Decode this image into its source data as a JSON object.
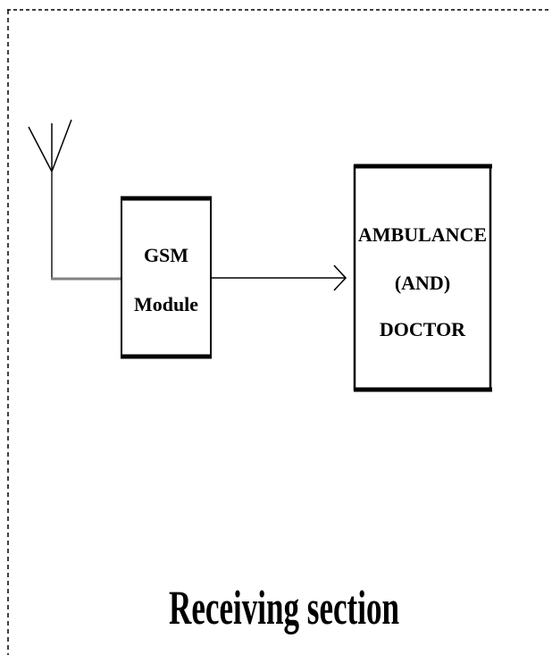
{
  "diagram": {
    "caption": "Receiving section",
    "gsm_box": {
      "line1": "GSM",
      "line2": "Module"
    },
    "destination_box": {
      "line1": "AMBULANCE",
      "line2": "(AND)",
      "line3": "DOCTOR"
    }
  },
  "colors": {
    "stroke": "#000000",
    "feed_line": "#808080",
    "background": "#ffffff"
  }
}
